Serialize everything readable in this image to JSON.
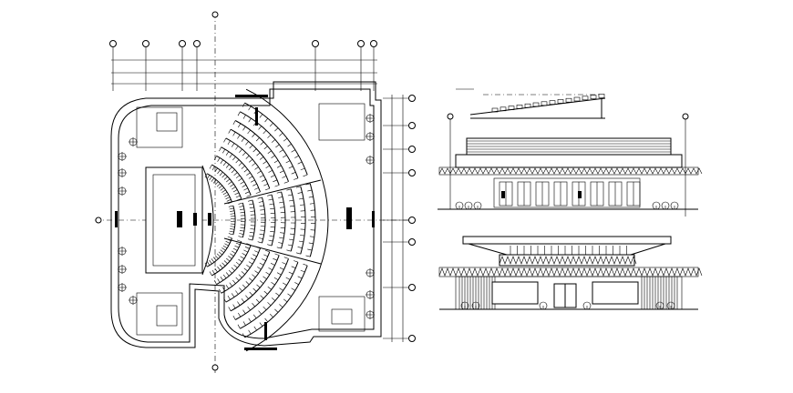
{
  "drawing": {
    "sheet_background": "#ffffff",
    "line_color": "#000000",
    "views": [
      "floor-plan",
      "side-section-elevation",
      "front-elevation-upper",
      "front-elevation-lower"
    ]
  }
}
